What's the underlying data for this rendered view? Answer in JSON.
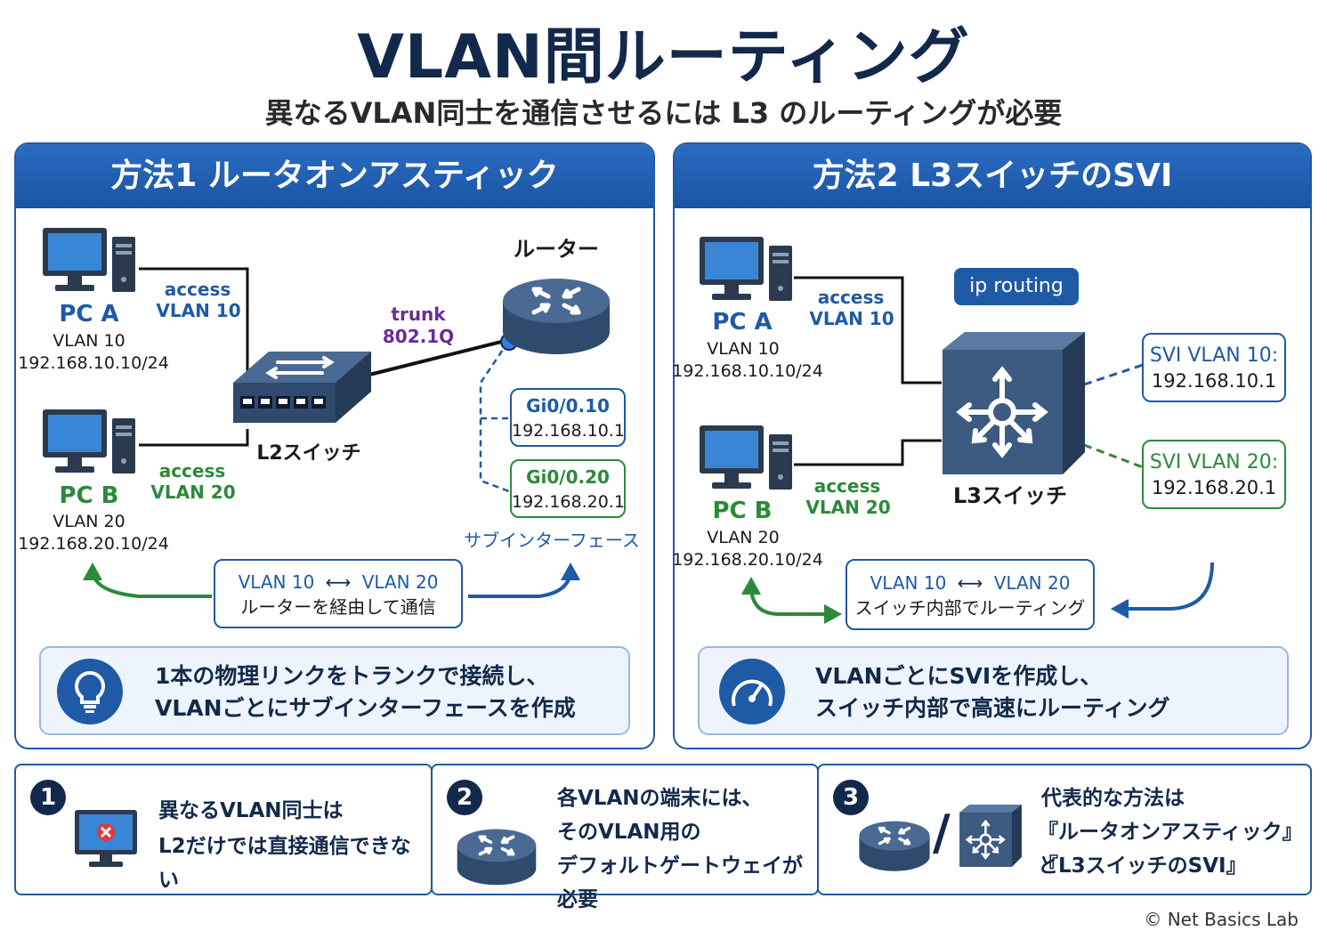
{
  "title": "VLAN間ルーティング",
  "subtitle": "異なるVLAN同士を通信させるには L3 のルーティングが必要",
  "method1": {
    "heading": "方法1  ルータオンアスティック",
    "pc_a": {
      "name": "PC A",
      "vlan": "VLAN 10",
      "ip": "192.168.10.10/24",
      "link_label_1": "access",
      "link_label_2": "VLAN 10"
    },
    "pc_b": {
      "name": "PC B",
      "vlan": "VLAN 20",
      "ip": "192.168.20.10/24",
      "link_label_1": "access",
      "link_label_2": "VLAN 20"
    },
    "trunk_label_1": "trunk",
    "trunk_label_2": "802.1Q",
    "router_label": "ルーター",
    "switch_label": "L2スイッチ",
    "sub_if_1": {
      "name": "Gi0/0.10",
      "ip": "192.168.10.1"
    },
    "sub_if_2": {
      "name": "Gi0/0.20",
      "ip": "192.168.20.1"
    },
    "sub_if_caption": "サブインターフェース",
    "flow_line_1_left": "VLAN 10",
    "flow_arrow": "⟷",
    "flow_line_1_right": "VLAN 20",
    "flow_line_2": "ルーターを経由して通信",
    "note_line_1": "1本の物理リンクをトランクで接続し、",
    "note_line_2": "VLANごとにサブインターフェースを作成"
  },
  "method2": {
    "heading": "方法2  L3スイッチのSVI",
    "pc_a": {
      "name": "PC A",
      "vlan": "VLAN 10",
      "ip": "192.168.10.10/24",
      "link_label_1": "access",
      "link_label_2": "VLAN 10"
    },
    "pc_b": {
      "name": "PC B",
      "vlan": "VLAN 20",
      "ip": "192.168.20.10/24",
      "link_label_1": "access",
      "link_label_2": "VLAN 20"
    },
    "ip_routing": "ip routing",
    "switch_label": "L3スイッチ",
    "svi_1": {
      "name": "SVI VLAN 10:",
      "ip": "192.168.10.1"
    },
    "svi_2": {
      "name": "SVI VLAN 20:",
      "ip": "192.168.20.1"
    },
    "flow_line_1_left": "VLAN 10",
    "flow_arrow": "⟷",
    "flow_line_1_right": "VLAN 20",
    "flow_line_2": "スイッチ内部でルーティング",
    "note_line_1": "VLANごとにSVIを作成し、",
    "note_line_2": "スイッチ内部で高速にルーティング"
  },
  "points": [
    {
      "num": "1",
      "line_1": "異なるVLAN同士は",
      "line_2": "L2だけでは直接通信できない",
      "line_3": ""
    },
    {
      "num": "2",
      "line_1": "各VLANの端末には、",
      "line_2": "そのVLAN用の",
      "line_3": "デフォルトゲートウェイが必要"
    },
    {
      "num": "3",
      "line_1": "代表的な方法は",
      "line_2": "『ルータオンアスティック』と",
      "line_3": "『L3スイッチのSVI』"
    }
  ],
  "point3_separator": "/",
  "copyright": "© Net Basics Lab",
  "colors": {
    "primary": "#1f5aa6",
    "navy": "#13294b",
    "green": "#2c8a3a",
    "purple": "#6a2a9a",
    "device": "#3d5a80"
  },
  "icons": [
    "pc-icon",
    "router-icon",
    "l2-switch-icon",
    "l3-switch-icon",
    "lightbulb-icon",
    "speedometer-icon",
    "error-pc-icon"
  ]
}
